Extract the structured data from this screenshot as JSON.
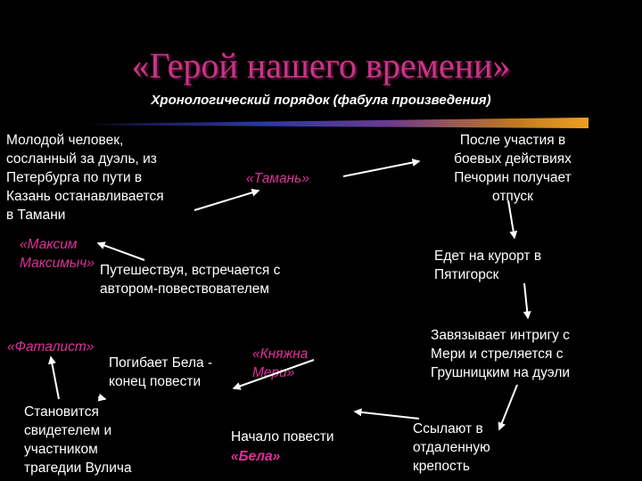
{
  "title": "«Герой нашего времени»",
  "subtitle": "Хронологический порядок (фабула произведения)",
  "nodes": {
    "young_man": "Молодой человек,\nсосланный за дуэль, из\nПетербурга по пути в\nКазань останавливается\nв Тамани",
    "taman": "«Тамань»",
    "after_battle": "После участия в\nбоевых действиях\nПечорин получает\nотпуск",
    "maksim": "«Максим\nМаксимыч»",
    "travels": "Путешествуя, встречается с\nавтором-повествователем",
    "resort": "Едет на курорт в\nПятигорск",
    "fatalist": "«Фаталист»",
    "bela_dies": "Погибает Бела -\nконец повести",
    "princess_mary": "«Княжна\nМери»",
    "intrigue": "Завязывает интригу с\nМери и стреляется с\nГрушницким на дуэли",
    "witness": "Становится\nсвидетелем и\nучастником\nтрагедии Вулича",
    "story_start": "Начало повести",
    "bela": "«Бела»",
    "exiled": "Ссылают в\nотдаленную\nкрепость"
  },
  "colors": {
    "accent": "#e0309a",
    "title": "#cc3388",
    "text": "#ffffff",
    "arrow": "#ffffff"
  }
}
